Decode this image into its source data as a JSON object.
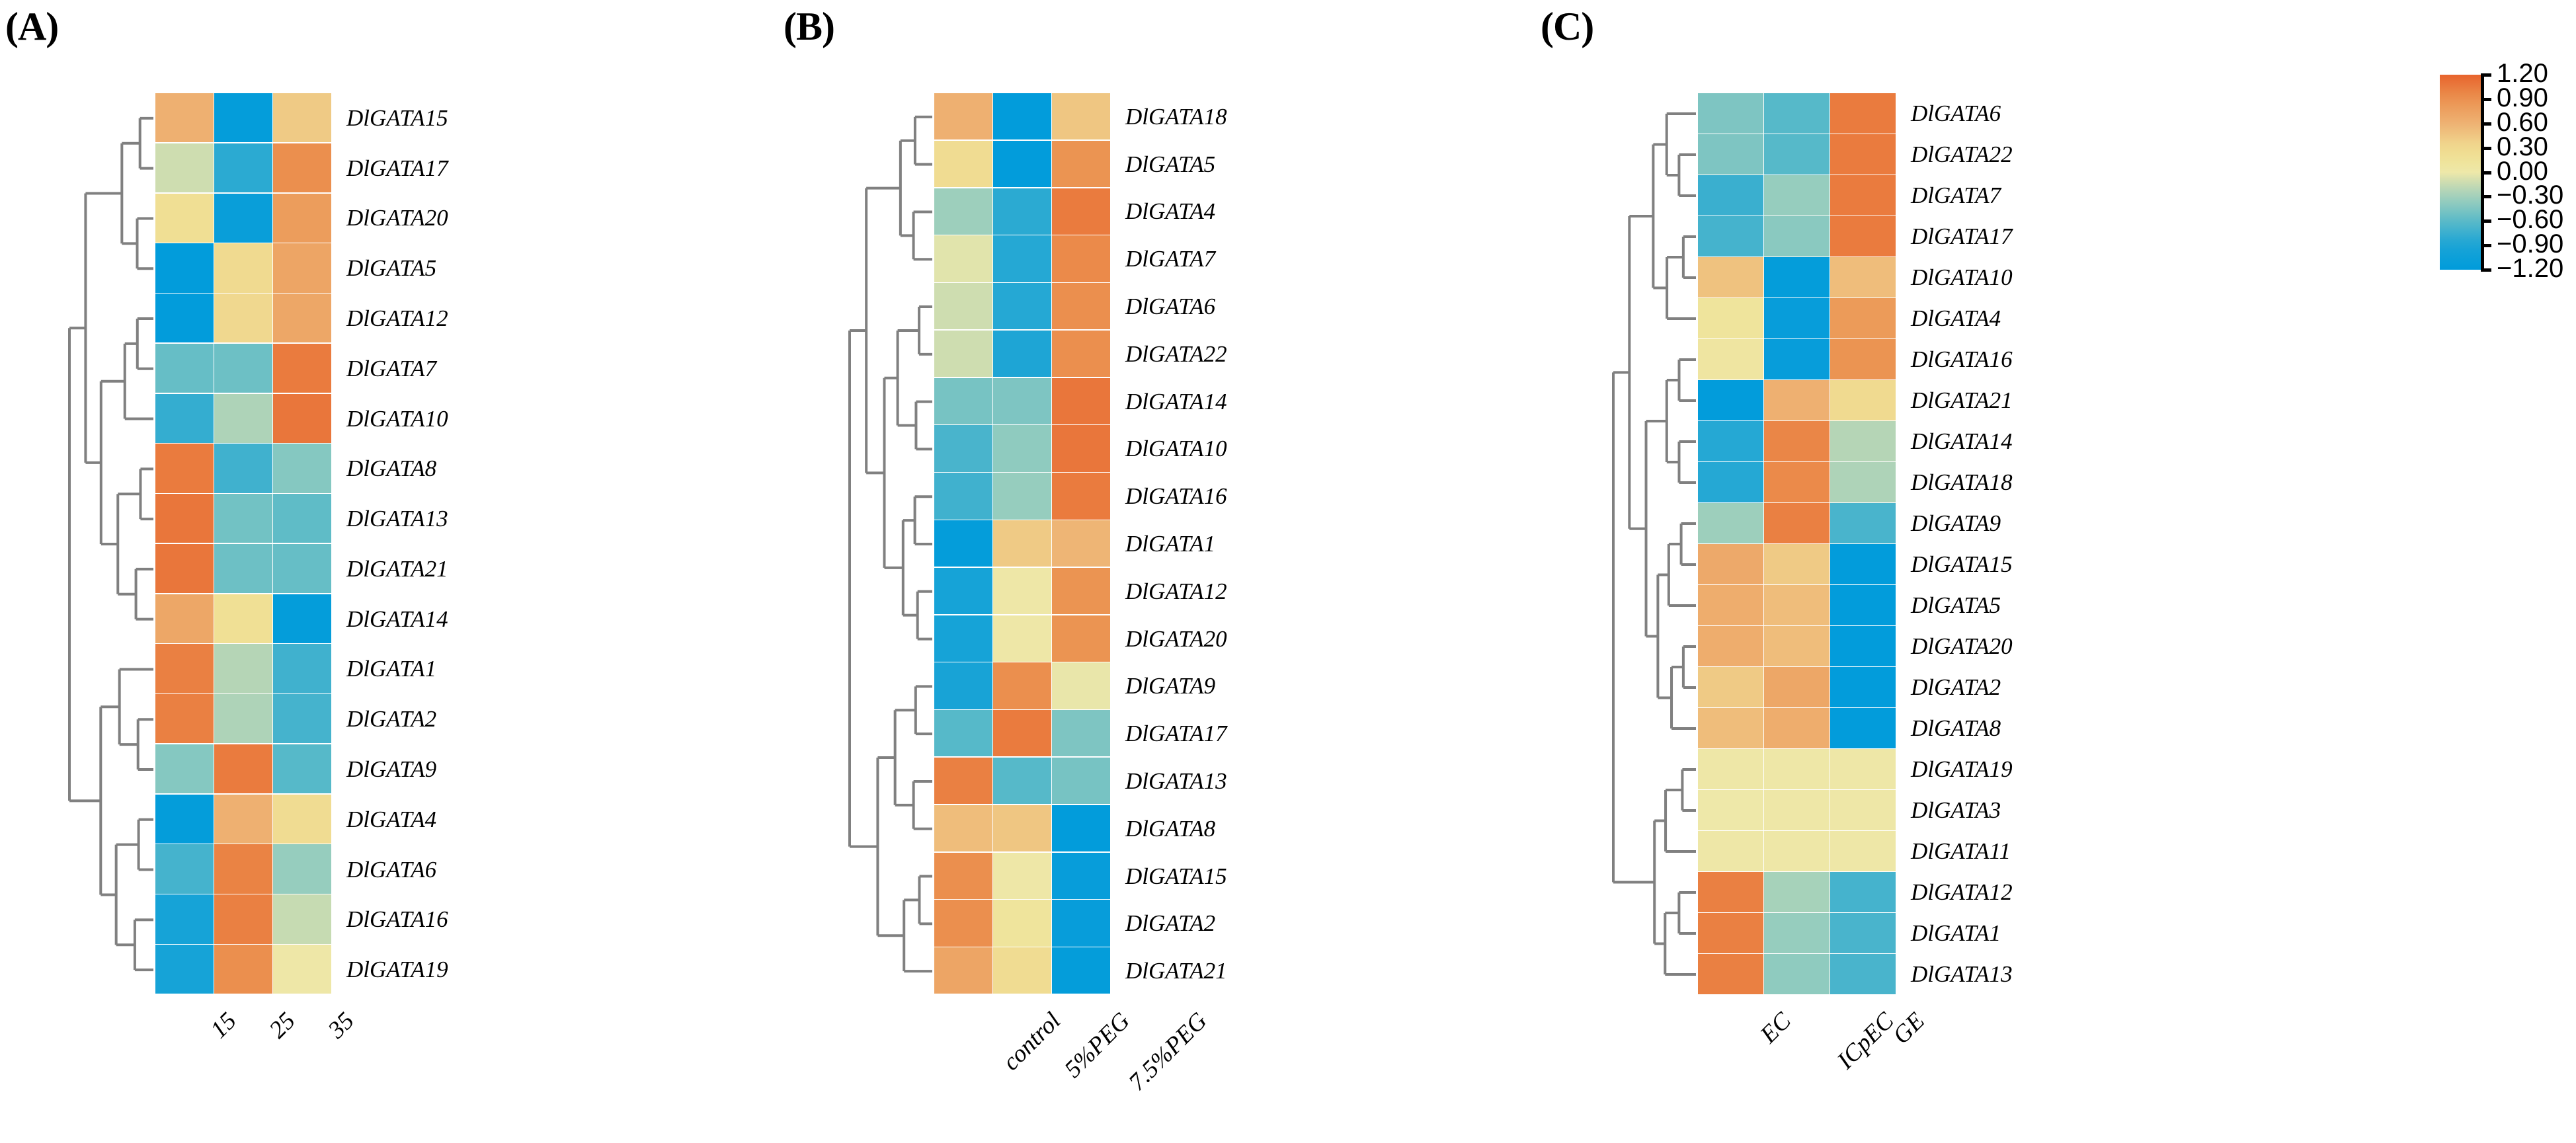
{
  "figure": {
    "panels": [
      {
        "label": "(A)",
        "columns": [
          "15",
          "25",
          "35"
        ],
        "rows": [
          "DlGATA15",
          "DlGATA17",
          "DlGATA20",
          "DlGATA5",
          "DlGATA12",
          "DlGATA7",
          "DlGATA10",
          "DlGATA8",
          "DlGATA13",
          "DlGATA21",
          "DlGATA14",
          "DlGATA1",
          "DlGATA2",
          "DlGATA9",
          "DlGATA4",
          "DlGATA6",
          "DlGATA16",
          "DlGATA19"
        ],
        "values": [
          [
            0.62,
            -1.15,
            0.42
          ],
          [
            -0.12,
            -0.82,
            0.92
          ],
          [
            0.22,
            -1.1,
            0.8
          ],
          [
            -1.18,
            0.28,
            0.72
          ],
          [
            -1.18,
            0.3,
            0.7
          ],
          [
            -0.55,
            -0.52,
            1.05
          ],
          [
            -0.78,
            -0.25,
            1.08
          ],
          [
            1.05,
            -0.72,
            -0.42
          ],
          [
            1.08,
            -0.5,
            -0.58
          ],
          [
            1.08,
            -0.52,
            -0.55
          ],
          [
            0.7,
            0.2,
            -1.15
          ],
          [
            1.02,
            -0.22,
            -0.72
          ],
          [
            1.02,
            -0.25,
            -0.7
          ],
          [
            -0.42,
            1.05,
            -0.62
          ],
          [
            -1.15,
            0.62,
            0.25
          ],
          [
            -0.7,
            1.0,
            -0.35
          ],
          [
            -0.95,
            1.02,
            -0.15
          ],
          [
            -0.95,
            0.92,
            0.02
          ]
        ]
      },
      {
        "label": "(B)",
        "columns": [
          "control",
          "5%PEG",
          "7.5%PEG"
        ],
        "rows": [
          "DlGATA18",
          "DlGATA5",
          "DlGATA4",
          "DlGATA7",
          "DlGATA6",
          "DlGATA22",
          "DlGATA14",
          "DlGATA10",
          "DlGATA16",
          "DlGATA1",
          "DlGATA12",
          "DlGATA20",
          "DlGATA9",
          "DlGATA17",
          "DlGATA13",
          "DlGATA8",
          "DlGATA15",
          "DlGATA2",
          "DlGATA21"
        ],
        "values": [
          [
            0.62,
            -1.18,
            0.45
          ],
          [
            0.25,
            -1.18,
            0.88
          ],
          [
            -0.32,
            -0.82,
            1.05
          ],
          [
            -0.05,
            -0.85,
            0.95
          ],
          [
            -0.12,
            -0.85,
            0.92
          ],
          [
            -0.12,
            -0.88,
            0.92
          ],
          [
            -0.48,
            -0.45,
            1.08
          ],
          [
            -0.68,
            -0.38,
            1.08
          ],
          [
            -0.72,
            -0.35,
            1.05
          ],
          [
            -1.15,
            0.42,
            0.58
          ],
          [
            -0.95,
            0.02,
            0.88
          ],
          [
            -0.95,
            0.02,
            0.88
          ],
          [
            -0.92,
            0.92,
            -0.02
          ],
          [
            -0.62,
            1.05,
            -0.45
          ],
          [
            1.02,
            -0.62,
            -0.48
          ],
          [
            0.52,
            0.45,
            -1.18
          ],
          [
            0.92,
            0.02,
            -1.12
          ],
          [
            0.92,
            0.12,
            -1.12
          ],
          [
            0.72,
            0.25,
            -1.15
          ]
        ]
      },
      {
        "label": "(C)",
        "columns": [
          "EC",
          "ICpEC",
          "GE"
        ],
        "rows": [
          "DlGATA6",
          "DlGATA22",
          "DlGATA7",
          "DlGATA17",
          "DlGATA10",
          "DlGATA4",
          "DlGATA16",
          "DlGATA21",
          "DlGATA14",
          "DlGATA18",
          "DlGATA9",
          "DlGATA15",
          "DlGATA5",
          "DlGATA20",
          "DlGATA2",
          "DlGATA8",
          "DlGATA19",
          "DlGATA3",
          "DlGATA11",
          "DlGATA12",
          "DlGATA1",
          "DlGATA13"
        ],
        "values": [
          [
            -0.45,
            -0.62,
            1.05
          ],
          [
            -0.45,
            -0.62,
            1.05
          ],
          [
            -0.75,
            -0.35,
            1.05
          ],
          [
            -0.7,
            -0.4,
            1.05
          ],
          [
            0.48,
            -1.15,
            0.52
          ],
          [
            0.12,
            -1.12,
            0.82
          ],
          [
            0.08,
            -1.12,
            0.88
          ],
          [
            -1.18,
            0.62,
            0.28
          ],
          [
            -0.85,
            0.98,
            -0.22
          ],
          [
            -0.85,
            0.95,
            -0.25
          ],
          [
            -0.32,
            1.02,
            -0.68
          ],
          [
            0.68,
            0.42,
            -1.18
          ],
          [
            0.65,
            0.52,
            -1.18
          ],
          [
            0.65,
            0.52,
            -1.18
          ],
          [
            0.42,
            0.7,
            -1.18
          ],
          [
            0.52,
            0.65,
            -1.18
          ],
          [
            0.02,
            0.02,
            0.02
          ],
          [
            0.0,
            0.02,
            0.02
          ],
          [
            0.02,
            0.02,
            0.02
          ],
          [
            1.02,
            -0.28,
            -0.7
          ],
          [
            1.02,
            -0.35,
            -0.68
          ],
          [
            1.02,
            -0.38,
            -0.68
          ]
        ]
      }
    ]
  },
  "colorbar": {
    "ticks": [
      "1.20",
      "0.90",
      "0.60",
      "0.30",
      "0.00",
      "−0.30",
      "−0.60",
      "−0.90",
      "−1.20"
    ],
    "vmax": 1.2,
    "vmin": -1.2,
    "high_color": "#ea6826",
    "mid_color": "#eee8a9",
    "low_color": "#009bdb"
  },
  "chart_data": {
    "type": "heatmap",
    "title": "",
    "xlabel": "",
    "ylabel": "",
    "grid": false,
    "legend_position": "right",
    "colorscale": "RdYlBu-reversed",
    "zlim": [
      -1.2,
      1.2
    ],
    "panels": [
      {
        "name": "(A)",
        "x": [
          "15",
          "25",
          "35"
        ],
        "y": [
          "DlGATA15",
          "DlGATA17",
          "DlGATA20",
          "DlGATA5",
          "DlGATA12",
          "DlGATA7",
          "DlGATA10",
          "DlGATA8",
          "DlGATA13",
          "DlGATA21",
          "DlGATA14",
          "DlGATA1",
          "DlGATA2",
          "DlGATA9",
          "DlGATA4",
          "DlGATA6",
          "DlGATA16",
          "DlGATA19"
        ],
        "z": [
          [
            0.62,
            -1.15,
            0.42
          ],
          [
            -0.12,
            -0.82,
            0.92
          ],
          [
            0.22,
            -1.1,
            0.8
          ],
          [
            -1.18,
            0.28,
            0.72
          ],
          [
            -1.18,
            0.3,
            0.7
          ],
          [
            -0.55,
            -0.52,
            1.05
          ],
          [
            -0.78,
            -0.25,
            1.08
          ],
          [
            1.05,
            -0.72,
            -0.42
          ],
          [
            1.08,
            -0.5,
            -0.58
          ],
          [
            1.08,
            -0.52,
            -0.55
          ],
          [
            0.7,
            0.2,
            -1.15
          ],
          [
            1.02,
            -0.22,
            -0.72
          ],
          [
            1.02,
            -0.25,
            -0.7
          ],
          [
            -0.42,
            1.05,
            -0.62
          ],
          [
            -1.15,
            0.62,
            0.25
          ],
          [
            -0.7,
            1.0,
            -0.35
          ],
          [
            -0.95,
            1.02,
            -0.15
          ],
          [
            -0.95,
            0.92,
            0.02
          ]
        ]
      },
      {
        "name": "(B)",
        "x": [
          "control",
          "5%PEG",
          "7.5%PEG"
        ],
        "y": [
          "DlGATA18",
          "DlGATA5",
          "DlGATA4",
          "DlGATA7",
          "DlGATA6",
          "DlGATA22",
          "DlGATA14",
          "DlGATA10",
          "DlGATA16",
          "DlGATA1",
          "DlGATA12",
          "DlGATA20",
          "DlGATA9",
          "DlGATA17",
          "DlGATA13",
          "DlGATA8",
          "DlGATA15",
          "DlGATA2",
          "DlGATA21"
        ],
        "z": [
          [
            0.62,
            -1.18,
            0.45
          ],
          [
            0.25,
            -1.18,
            0.88
          ],
          [
            -0.32,
            -0.82,
            1.05
          ],
          [
            -0.05,
            -0.85,
            0.95
          ],
          [
            -0.12,
            -0.85,
            0.92
          ],
          [
            -0.12,
            -0.88,
            0.92
          ],
          [
            -0.48,
            -0.45,
            1.08
          ],
          [
            -0.68,
            -0.38,
            1.08
          ],
          [
            -0.72,
            -0.35,
            1.05
          ],
          [
            -1.15,
            0.42,
            0.58
          ],
          [
            -0.95,
            0.02,
            0.88
          ],
          [
            -0.95,
            0.02,
            0.88
          ],
          [
            -0.92,
            0.92,
            -0.02
          ],
          [
            -0.62,
            1.05,
            -0.45
          ],
          [
            1.02,
            -0.62,
            -0.48
          ],
          [
            0.52,
            0.45,
            -1.18
          ],
          [
            0.92,
            0.02,
            -1.12
          ],
          [
            0.92,
            0.12,
            -1.12
          ],
          [
            0.72,
            0.25,
            -1.15
          ]
        ]
      },
      {
        "name": "(C)",
        "x": [
          "EC",
          "ICpEC",
          "GE"
        ],
        "y": [
          "DlGATA6",
          "DlGATA22",
          "DlGATA7",
          "DlGATA17",
          "DlGATA10",
          "DlGATA4",
          "DlGATA16",
          "DlGATA21",
          "DlGATA14",
          "DlGATA18",
          "DlGATA9",
          "DlGATA15",
          "DlGATA5",
          "DlGATA20",
          "DlGATA2",
          "DlGATA8",
          "DlGATA19",
          "DlGATA3",
          "DlGATA11",
          "DlGATA12",
          "DlGATA1",
          "DlGATA13"
        ],
        "z": [
          [
            -0.45,
            -0.62,
            1.05
          ],
          [
            -0.45,
            -0.62,
            1.05
          ],
          [
            -0.75,
            -0.35,
            1.05
          ],
          [
            -0.7,
            -0.4,
            1.05
          ],
          [
            0.48,
            -1.15,
            0.52
          ],
          [
            0.12,
            -1.12,
            0.82
          ],
          [
            0.08,
            -1.12,
            0.88
          ],
          [
            -1.18,
            0.62,
            0.28
          ],
          [
            -0.85,
            0.98,
            -0.22
          ],
          [
            -0.85,
            0.95,
            -0.25
          ],
          [
            -0.32,
            1.02,
            -0.68
          ],
          [
            0.68,
            0.42,
            -1.18
          ],
          [
            0.65,
            0.52,
            -1.18
          ],
          [
            0.65,
            0.52,
            -1.18
          ],
          [
            0.42,
            0.7,
            -1.18
          ],
          [
            0.52,
            0.65,
            -1.18
          ],
          [
            0.02,
            0.02,
            0.02
          ],
          [
            0.0,
            0.02,
            0.02
          ],
          [
            0.02,
            0.02,
            0.02
          ],
          [
            1.02,
            -0.28,
            -0.7
          ],
          [
            1.02,
            -0.35,
            -0.68
          ],
          [
            1.02,
            -0.38,
            -0.68
          ]
        ]
      }
    ]
  }
}
